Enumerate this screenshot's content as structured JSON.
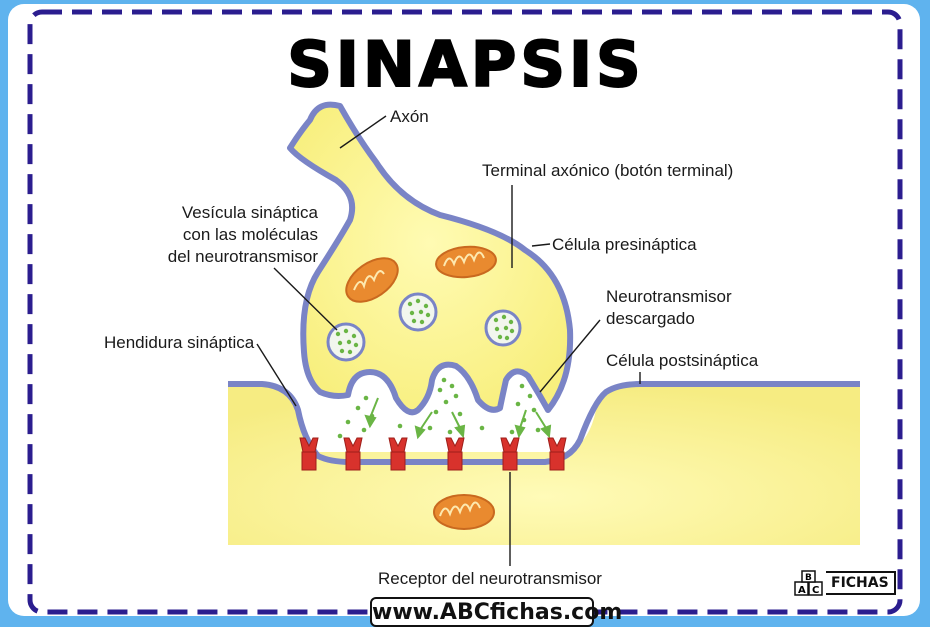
{
  "title": "SINAPSIS",
  "labels": {
    "axon": "Axón",
    "terminal": "Terminal axónico (botón terminal)",
    "vesicle_line1": "Vesícula sináptica",
    "vesicle_line2": "con las moléculas",
    "vesicle_line3": "del neurotransmisor",
    "presynaptic": "Célula presináptica",
    "released_line1": "Neurotransmisor",
    "released_line2": "descargado",
    "cleft": "Hendidura sináptica",
    "postsynaptic": "Célula postsináptica",
    "receptor": "Receptor del neurotransmisor"
  },
  "footer": {
    "website": "www.ABCfichas.com",
    "logo_text": "FICHAS",
    "logo_letters": [
      "A",
      "B",
      "C"
    ]
  },
  "colors": {
    "background": "#5fb3ee",
    "frame_dash": "#2b1d8f",
    "cell_fill": "#fff78f",
    "membrane": "#7a84c6",
    "mitochondria": "#e98a2f",
    "vesicle_dots": "#6ab545",
    "receptor": "#d8322c"
  }
}
